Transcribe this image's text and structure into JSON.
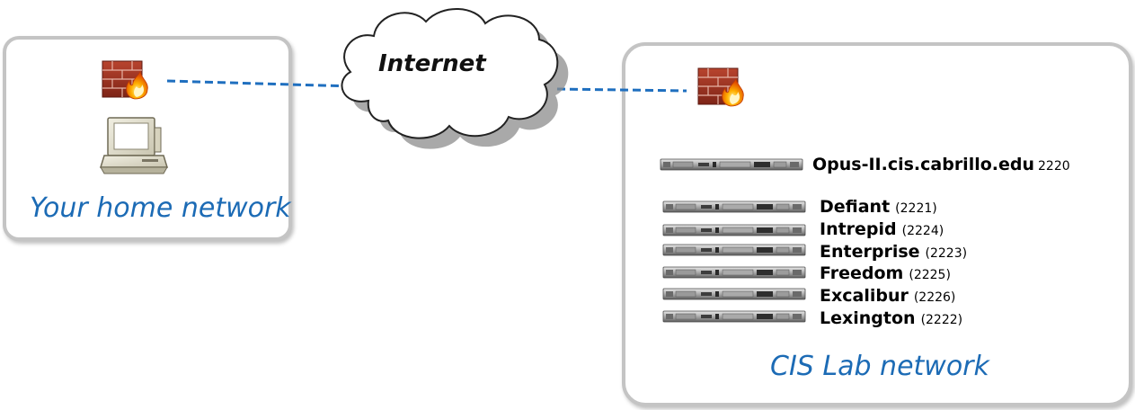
{
  "cloud": {
    "label": "Internet"
  },
  "home_network": {
    "label": "Your home network"
  },
  "lab_network": {
    "label": "CIS Lab network"
  },
  "opus": {
    "name": "Opus-II.cis.cabrillo.edu",
    "port": "2220"
  },
  "servers": [
    {
      "name": "Defiant",
      "port": "(2221)"
    },
    {
      "name": "Intrepid",
      "port": "(2224)"
    },
    {
      "name": "Enterprise",
      "port": "(2223)"
    },
    {
      "name": "Freedom",
      "port": "(2225)"
    },
    {
      "name": "Excalibur",
      "port": "(2226)"
    },
    {
      "name": "Lexington",
      "port": "(2222)"
    }
  ],
  "colors": {
    "link": "#1f6fbf",
    "label": "#1c6bb5",
    "panel_border": "#c4c4c4"
  },
  "icons": {
    "firewall": "firewall-icon",
    "computer": "computer-icon",
    "server": "server-rack-icon",
    "cloud": "cloud-icon"
  }
}
